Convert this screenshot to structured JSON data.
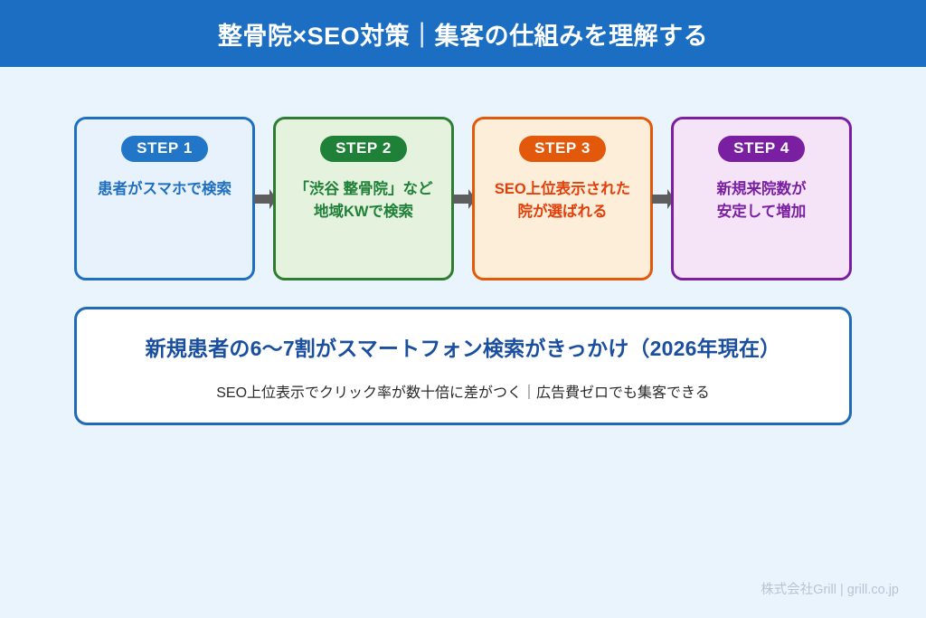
{
  "header": {
    "title": "整骨院×SEO対策｜集客の仕組みを理解する",
    "background_color": "#1b6ec2",
    "text_color": "#ffffff"
  },
  "page": {
    "background_color": "#eaf4fd"
  },
  "steps": [
    {
      "badge": "STEP 1",
      "text": "患者がスマホで検索",
      "border_color": "#1f6fc0",
      "fill_color": "#e7f2fd",
      "badge_color": "#2176c8",
      "text_color": "#1f6fc0"
    },
    {
      "badge": "STEP 2",
      "text": "「渋谷 整骨院」など\n地域KWで検索",
      "border_color": "#2e7d32",
      "fill_color": "#e5f2dd",
      "badge_color": "#1f8038",
      "text_color": "#1f8038"
    },
    {
      "badge": "STEP 3",
      "text": "SEO上位表示された\n院が選ばれる",
      "border_color": "#e2590b",
      "fill_color": "#fdeed9",
      "badge_color": "#e2590b",
      "text_color": "#e2400b"
    },
    {
      "badge": "STEP 4",
      "text": "新規来院数が\n安定して増加",
      "border_color": "#7b1fa2",
      "fill_color": "#f5e4f7",
      "badge_color": "#7b1fa2",
      "text_color": "#7b1fa2"
    }
  ],
  "connectors": {
    "icon": "arrow-right-icon",
    "color": "#5e5e5e",
    "count": 3
  },
  "callout": {
    "headline": "新規患者の6〜7割がスマートフォン検索がきっかけ（2026年現在）",
    "subtext": "SEO上位表示でクリック率が数十倍に差がつく｜広告費ゼロでも集客できる",
    "border_color": "#2069b5",
    "headline_color": "#1a4fa0",
    "subtext_color": "#2b2b2b"
  },
  "footer": {
    "credit": "株式会社Grill | grill.co.jp",
    "text_color": "#b8c4d2"
  }
}
